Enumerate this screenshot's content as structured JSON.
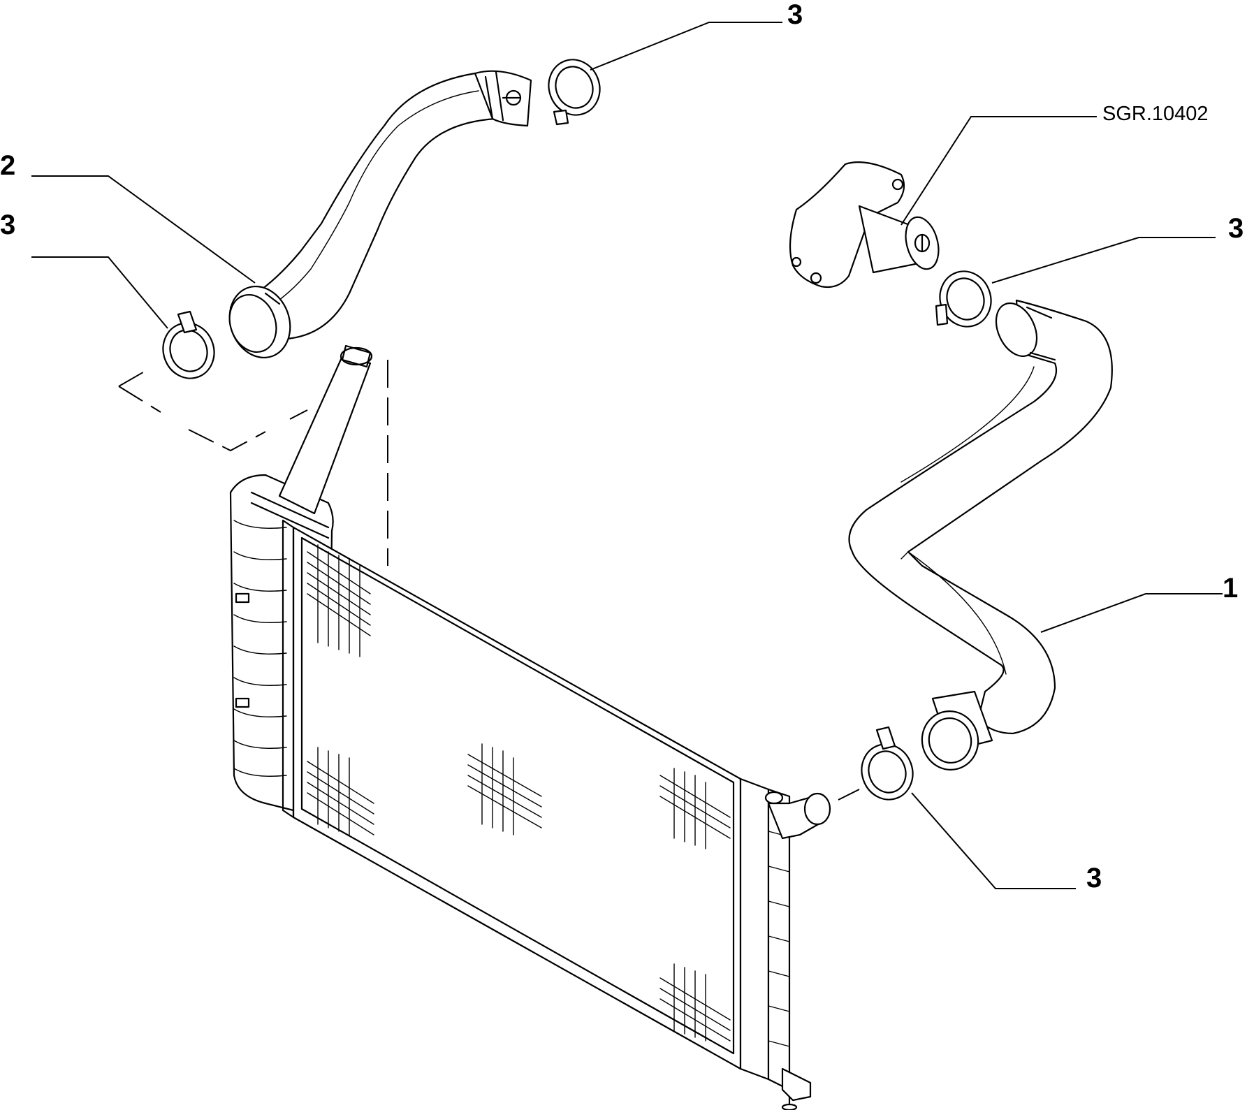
{
  "reference_code": "SGR.10402",
  "callouts": {
    "top_clamp": "3",
    "left_clamp": "3",
    "upper_hose": "2",
    "right_upper_clamp": "3",
    "lower_hose": "1",
    "bottom_clamp": "3"
  },
  "parts": [
    {
      "id": "lower-radiator-hose",
      "number": "1"
    },
    {
      "id": "upper-radiator-hose",
      "number": "2"
    },
    {
      "id": "hose-clamp",
      "number": "3"
    }
  ],
  "colors": {
    "ink": "#000000",
    "paper": "#ffffff"
  }
}
